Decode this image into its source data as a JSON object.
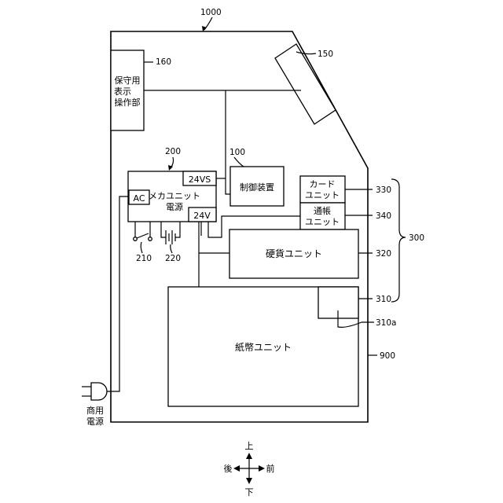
{
  "refs": {
    "device": "1000",
    "maint_panel": "160",
    "display_150": "150",
    "controller": "100",
    "power_unit": "200",
    "card_unit": "330",
    "passbook_unit": "340",
    "bracket_group": "300",
    "coin_unit": "320",
    "bill_sub": "310",
    "bill_sub_a": "310a",
    "housing": "900",
    "switch": "210",
    "battery": "220"
  },
  "labels": {
    "maint_line1": "保守用",
    "maint_line2": "表示",
    "maint_line3": "操作部",
    "controller": "制御装置",
    "power_unit_line1": "メカユニット",
    "power_unit_line2": "電源",
    "ac": "AC",
    "v24vs": "24VS",
    "v24v": "24V",
    "card_line1": "カード",
    "card_line2": "ユニット",
    "passbook_line1": "通帳",
    "passbook_line2": "ユニット",
    "coin": "硬貨ユニット",
    "bill": "紙幣ユニット",
    "mains_line1": "商用",
    "mains_line2": "電源"
  },
  "compass": {
    "up": "上",
    "down": "下",
    "back": "後",
    "front": "前"
  }
}
